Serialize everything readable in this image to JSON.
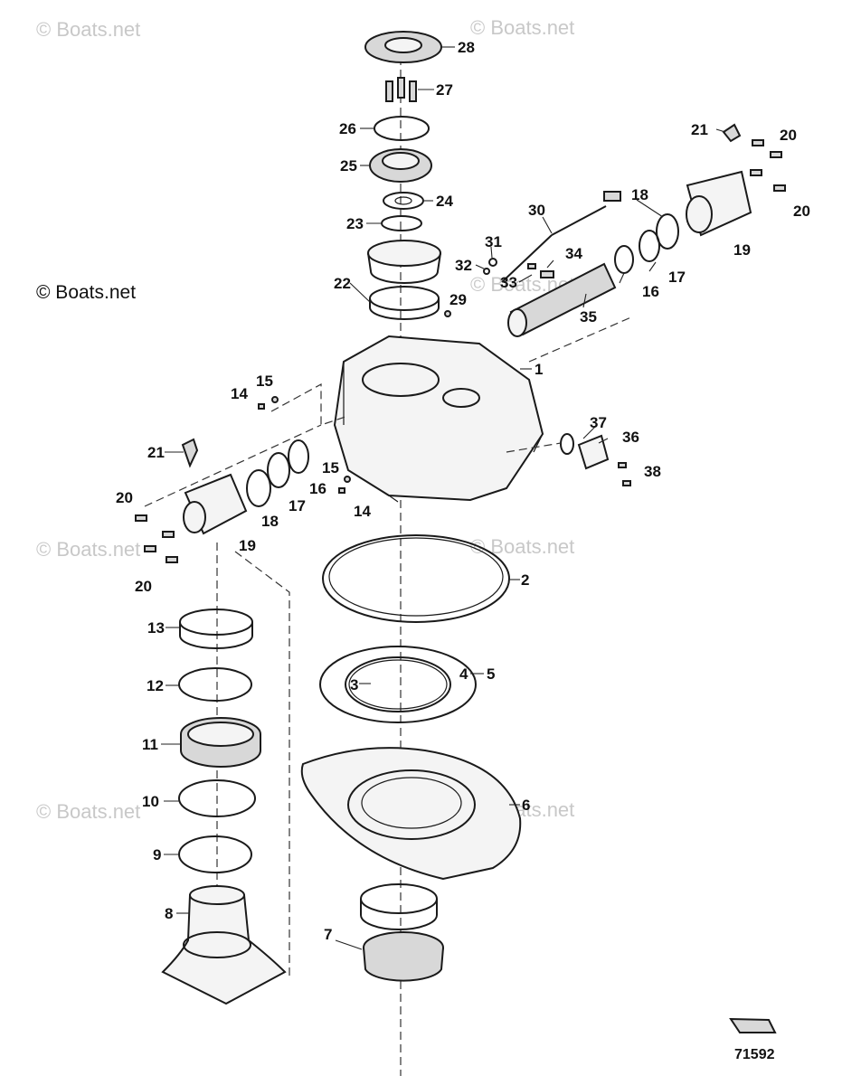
{
  "watermarks": {
    "faint": "© Boats.net",
    "main": "© Boats.net"
  },
  "drawing_number": "71592",
  "callouts": {
    "c1": "1",
    "c2": "2",
    "c3": "3",
    "c4": "4",
    "c5": "5",
    "c6": "6",
    "c7": "7",
    "c8": "8",
    "c9": "9",
    "c10": "10",
    "c11": "11",
    "c12": "12",
    "c13": "13",
    "c14a": "14",
    "c14b": "14",
    "c15a": "15",
    "c15b": "15",
    "c16a": "16",
    "c16b": "16",
    "c17a": "17",
    "c17b": "17",
    "c18a": "18",
    "c18b": "18",
    "c19a": "19",
    "c19b": "19",
    "c20a": "20",
    "c20b": "20",
    "c20c": "20",
    "c20d": "20",
    "c21a": "21",
    "c21b": "21",
    "c22": "22",
    "c23": "23",
    "c24": "24",
    "c25": "25",
    "c26": "26",
    "c27": "27",
    "c28": "28",
    "c29": "29",
    "c30": "30",
    "c31": "31",
    "c32": "32",
    "c33": "33",
    "c34": "34",
    "c35": "35",
    "c36": "36",
    "c37": "37",
    "c38": "38"
  }
}
